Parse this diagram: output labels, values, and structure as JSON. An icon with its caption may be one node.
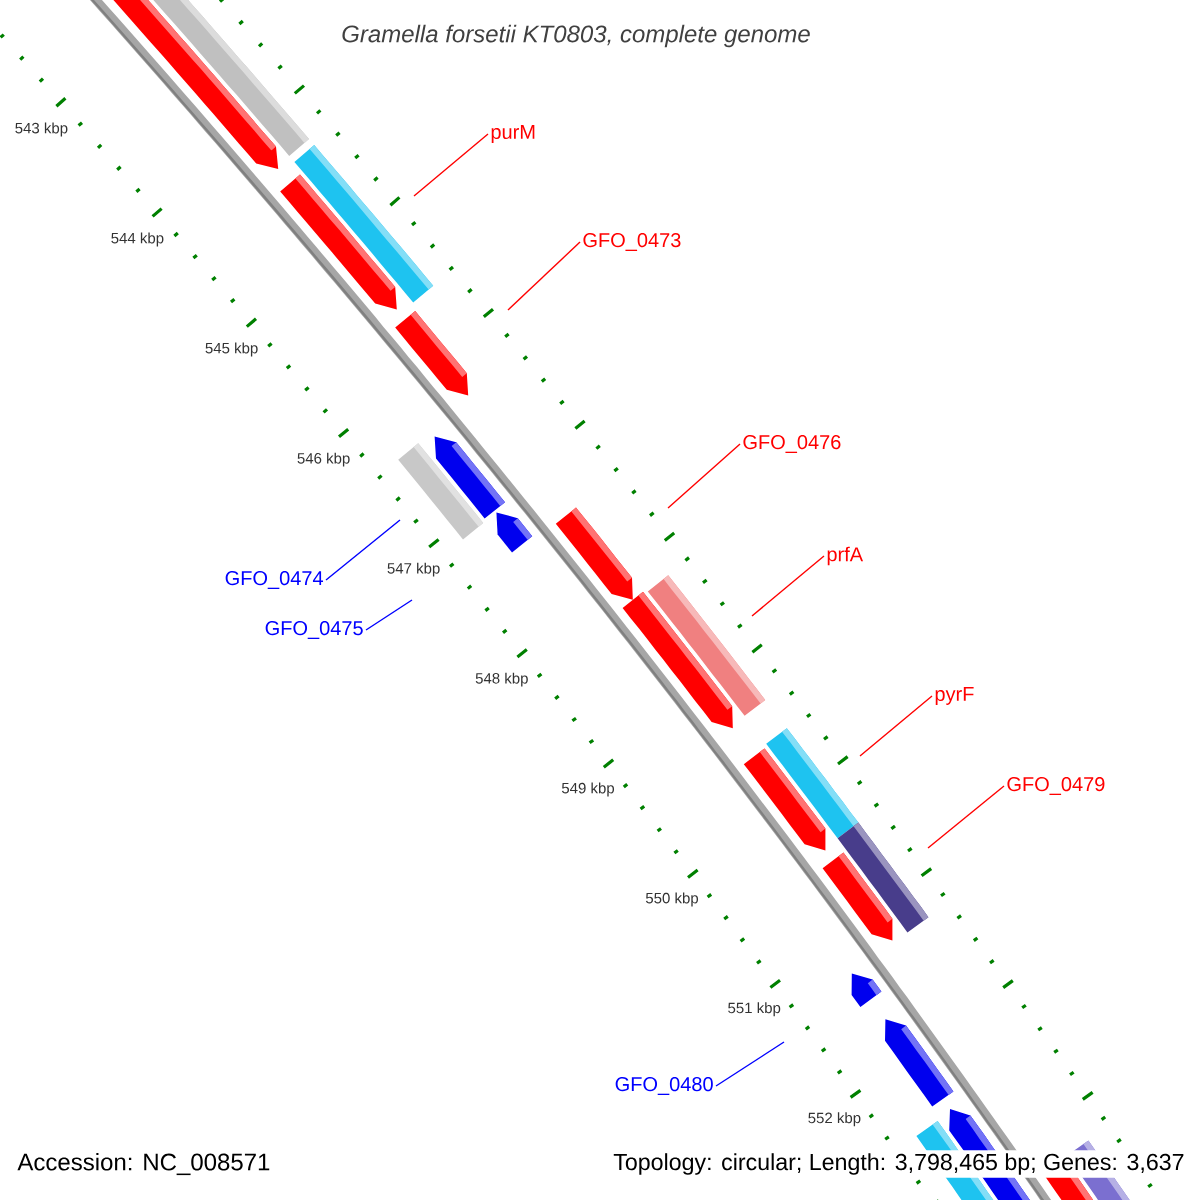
{
  "diagram": {
    "title": "*Gramella forsetii* KT0803, complete genome",
    "nodes": [
      {
        "text": [
          "purM"
        ]
      },
      {
        "text": [
          "GFO_0473"
        ]
      },
      {
        "text": [
          "GFO_0476"
        ]
      },
      {
        "text": [
          "prfA"
        ]
      },
      {
        "text": [
          "GFO_0474"
        ]
      },
      {
        "text": [
          "GFO_0475"
        ]
      },
      {
        "text": [
          "pyrF"
        ]
      },
      {
        "text": [
          "GFO_0479"
        ]
      },
      {
        "text": [
          "GFO_0480"
        ]
      }
    ],
    "edges": [
      {
        "from": 0,
        "to": null,
        "arrow": "none"
      },
      {
        "from": 1,
        "to": null,
        "arrow": "none"
      },
      {
        "from": 2,
        "to": null,
        "arrow": "none"
      },
      {
        "from": 3,
        "to": null,
        "arrow": "none"
      },
      {
        "from": 4,
        "to": null,
        "arrow": "none",
        "color": "#0000ff"
      },
      {
        "from": 5,
        "to": null,
        "arrow": "none",
        "color": "#0000ff"
      },
      {
        "from": 6,
        "to": null,
        "arrow": "none"
      },
      {
        "from": 7,
        "to": null,
        "arrow": "none"
      },
      {
        "from": 8,
        "to": null,
        "arrow": "none",
        "color": "#0000ff"
      }
    ],
    "labels": [
      "543 kbp",
      "544 kbp",
      "545 kbp",
      "546 kbp",
      "547 kbp",
      "548 kbp",
      "549 kbp",
      "550 kbp",
      "551 kbp",
      "552 kbp",
      "Accession: NC_008571",
      "Topology: circular; Length: 3,798,465 bp; Genes: 3,637"
    ]
  }
}
